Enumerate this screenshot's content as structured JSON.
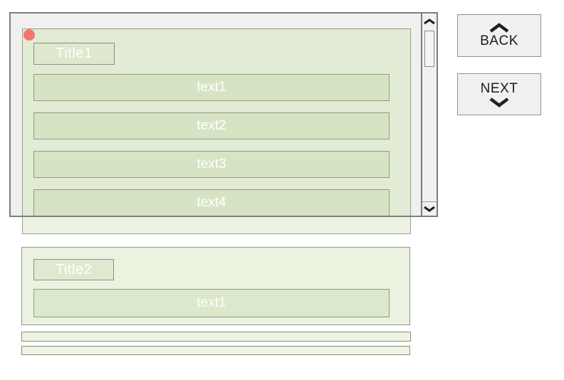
{
  "colors": {
    "accent_dot": "#f5766f",
    "panel_green": "#e2ebd4",
    "row_green": "#d7e4c3",
    "panel2_green": "#ecf2e0",
    "strip_green": "#eef4e3",
    "viewport_grey": "#f0f0ef",
    "border_grey": "#7d7d7d",
    "button_bg": "#f0f0f0"
  },
  "scroll_area": {
    "panel1": {
      "title": "Title1",
      "rows": [
        {
          "label": "text1"
        },
        {
          "label": "text2"
        },
        {
          "label": "text3"
        },
        {
          "label": "text4"
        }
      ]
    },
    "scrollbar": {
      "up_icon": "chevron-up-icon",
      "down_icon": "chevron-down-icon"
    }
  },
  "panel2": {
    "title": "Title2",
    "rows": [
      {
        "label": "text1"
      }
    ]
  },
  "nav": {
    "back_label": "BACK",
    "back_icon": "chevron-up-icon",
    "next_label": "NEXT",
    "next_icon": "chevron-down-icon"
  }
}
